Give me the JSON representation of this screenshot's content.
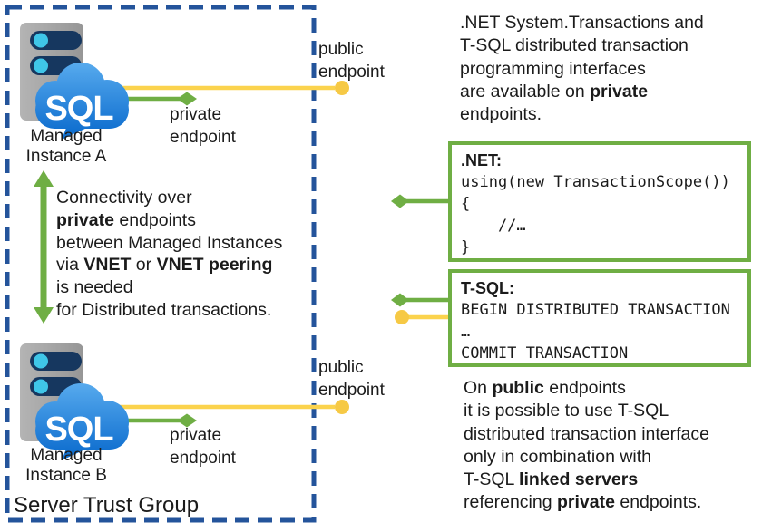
{
  "colors": {
    "trust_border_blue": "#24549b",
    "private_green": "#6fae44",
    "public_yellow": "#fbd34d",
    "public_yellow_dot": "#f6c945",
    "code_box_border_green": "#6fae44",
    "server_gray": "#a6a6a6",
    "server_slot_navy": "#16375f",
    "server_dot_cyan": "#3fc6e8",
    "sql_cloud_blue_light": "#58abee",
    "sql_cloud_blue_dark": "#1170d0",
    "text": "#1b1b1b"
  },
  "trust_group": {
    "label": "Server Trust Group",
    "instance_a_label": "Managed\nInstance A",
    "instance_b_label": "Managed\nInstance B",
    "sql_icon_text": "SQL"
  },
  "endpoint_labels": {
    "public_a": "public\nendpoint",
    "private_a": "private\nendpoint",
    "public_b": "public\nendpoint",
    "private_b": "private\nendpoint"
  },
  "connectivity_note_lines": [
    [
      {
        "t": "Connectivity over"
      }
    ],
    [
      {
        "t": "private",
        "b": true
      },
      {
        "t": " endpoints"
      }
    ],
    [
      {
        "t": "between Managed Instances"
      }
    ],
    [
      {
        "t": "via "
      },
      {
        "t": "VNET",
        "b": true
      },
      {
        "t": " or "
      },
      {
        "t": "VNET peering",
        "b": true
      }
    ],
    [
      {
        "t": "is needed"
      }
    ],
    [
      {
        "t": "for Distributed transactions."
      }
    ]
  ],
  "private_note_lines": [
    [
      {
        "t": ".NET System.Transactions and"
      }
    ],
    [
      {
        "t": "T-SQL distributed transaction"
      }
    ],
    [
      {
        "t": "programming interfaces"
      }
    ],
    [
      {
        "t": "are available on "
      },
      {
        "t": "private",
        "b": true
      }
    ],
    [
      {
        "t": "endpoints."
      }
    ]
  ],
  "public_note_lines": [
    [
      {
        "t": "On "
      },
      {
        "t": "public",
        "b": true
      },
      {
        "t": " endpoints"
      }
    ],
    [
      {
        "t": "it is possible to use T-SQL"
      }
    ],
    [
      {
        "t": "distributed transaction interface"
      }
    ],
    [
      {
        "t": "only in combination with"
      }
    ],
    [
      {
        "t": "T-SQL "
      },
      {
        "t": "linked servers",
        "b": true
      }
    ],
    [
      {
        "t": "referencing "
      },
      {
        "t": "private",
        "b": true
      },
      {
        "t": " endpoints."
      }
    ]
  ],
  "code_boxes": {
    "dotnet": {
      "title": ".NET:",
      "lines": [
        "using(new TransactionScope())",
        "{",
        "    //…",
        "}"
      ]
    },
    "tsql": {
      "title": "T-SQL:",
      "lines": [
        "BEGIN DISTRIBUTED TRANSACTION",
        "…",
        "COMMIT TRANSACTION"
      ]
    }
  }
}
